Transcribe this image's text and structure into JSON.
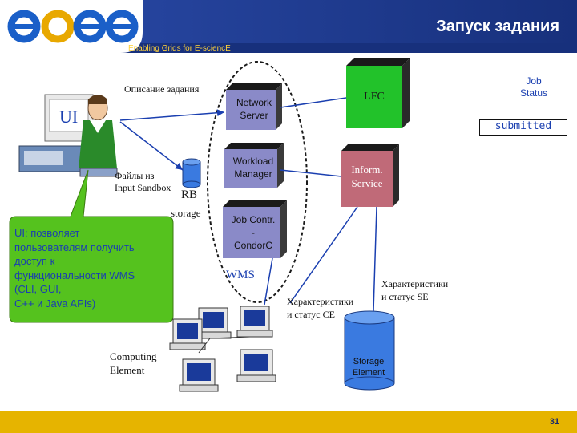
{
  "header": {
    "logo_text": "egee",
    "title": "Запуск задания",
    "subtitle": "Enabling Grids for E-sciencE"
  },
  "diagram": {
    "ui": {
      "label": "UI"
    },
    "job_description": "Описание задания",
    "sandbox": {
      "line1": "Файлы из",
      "line2": "Input Sandbox"
    },
    "rb": {
      "label": "RB",
      "storage": "storage"
    },
    "wms": {
      "label": "WMS",
      "network_server": {
        "line1": "Network",
        "line2": "Server"
      },
      "workload_manager": {
        "line1": "Workload",
        "line2": "Manager"
      },
      "job_controller": {
        "line1": "Job Contr.",
        "line2": "-",
        "line3": "CondorC"
      }
    },
    "lfc": {
      "label": "LFC"
    },
    "inform_service": {
      "line1": "Inform.",
      "line2": "Service"
    },
    "job_status": {
      "line1": "Job",
      "line2": "Status",
      "value": "submitted"
    },
    "callout": {
      "line1": "UI: позволяет",
      "line2": "пользователям получить",
      "line3": "доступ к",
      "line4": "функциональности WMS",
      "line5": "(CLI, GUI,",
      "line6": "C++ и Java APIs)"
    },
    "computing_element": {
      "line1": "Computing",
      "line2": "Element"
    },
    "ce_characteristics": {
      "line1": "Характеристики",
      "line2": "и статус CE"
    },
    "se_characteristics": {
      "line1": "Характеристики",
      "line2": "и статус SE"
    },
    "storage_element": {
      "line1": "Storage",
      "line2": "Element"
    }
  },
  "footer": {
    "page_number": "31"
  },
  "colors": {
    "header_blue": "#1a3a8c",
    "footer_gold": "#e6b400",
    "callout_green": "#55c21e",
    "wms_box": "#8a8ac8",
    "lfc_green": "#22c22a",
    "inform_pink": "#c06a78",
    "storage_blue": "#3a7ae0",
    "text_blue": "#1a3fb0"
  }
}
